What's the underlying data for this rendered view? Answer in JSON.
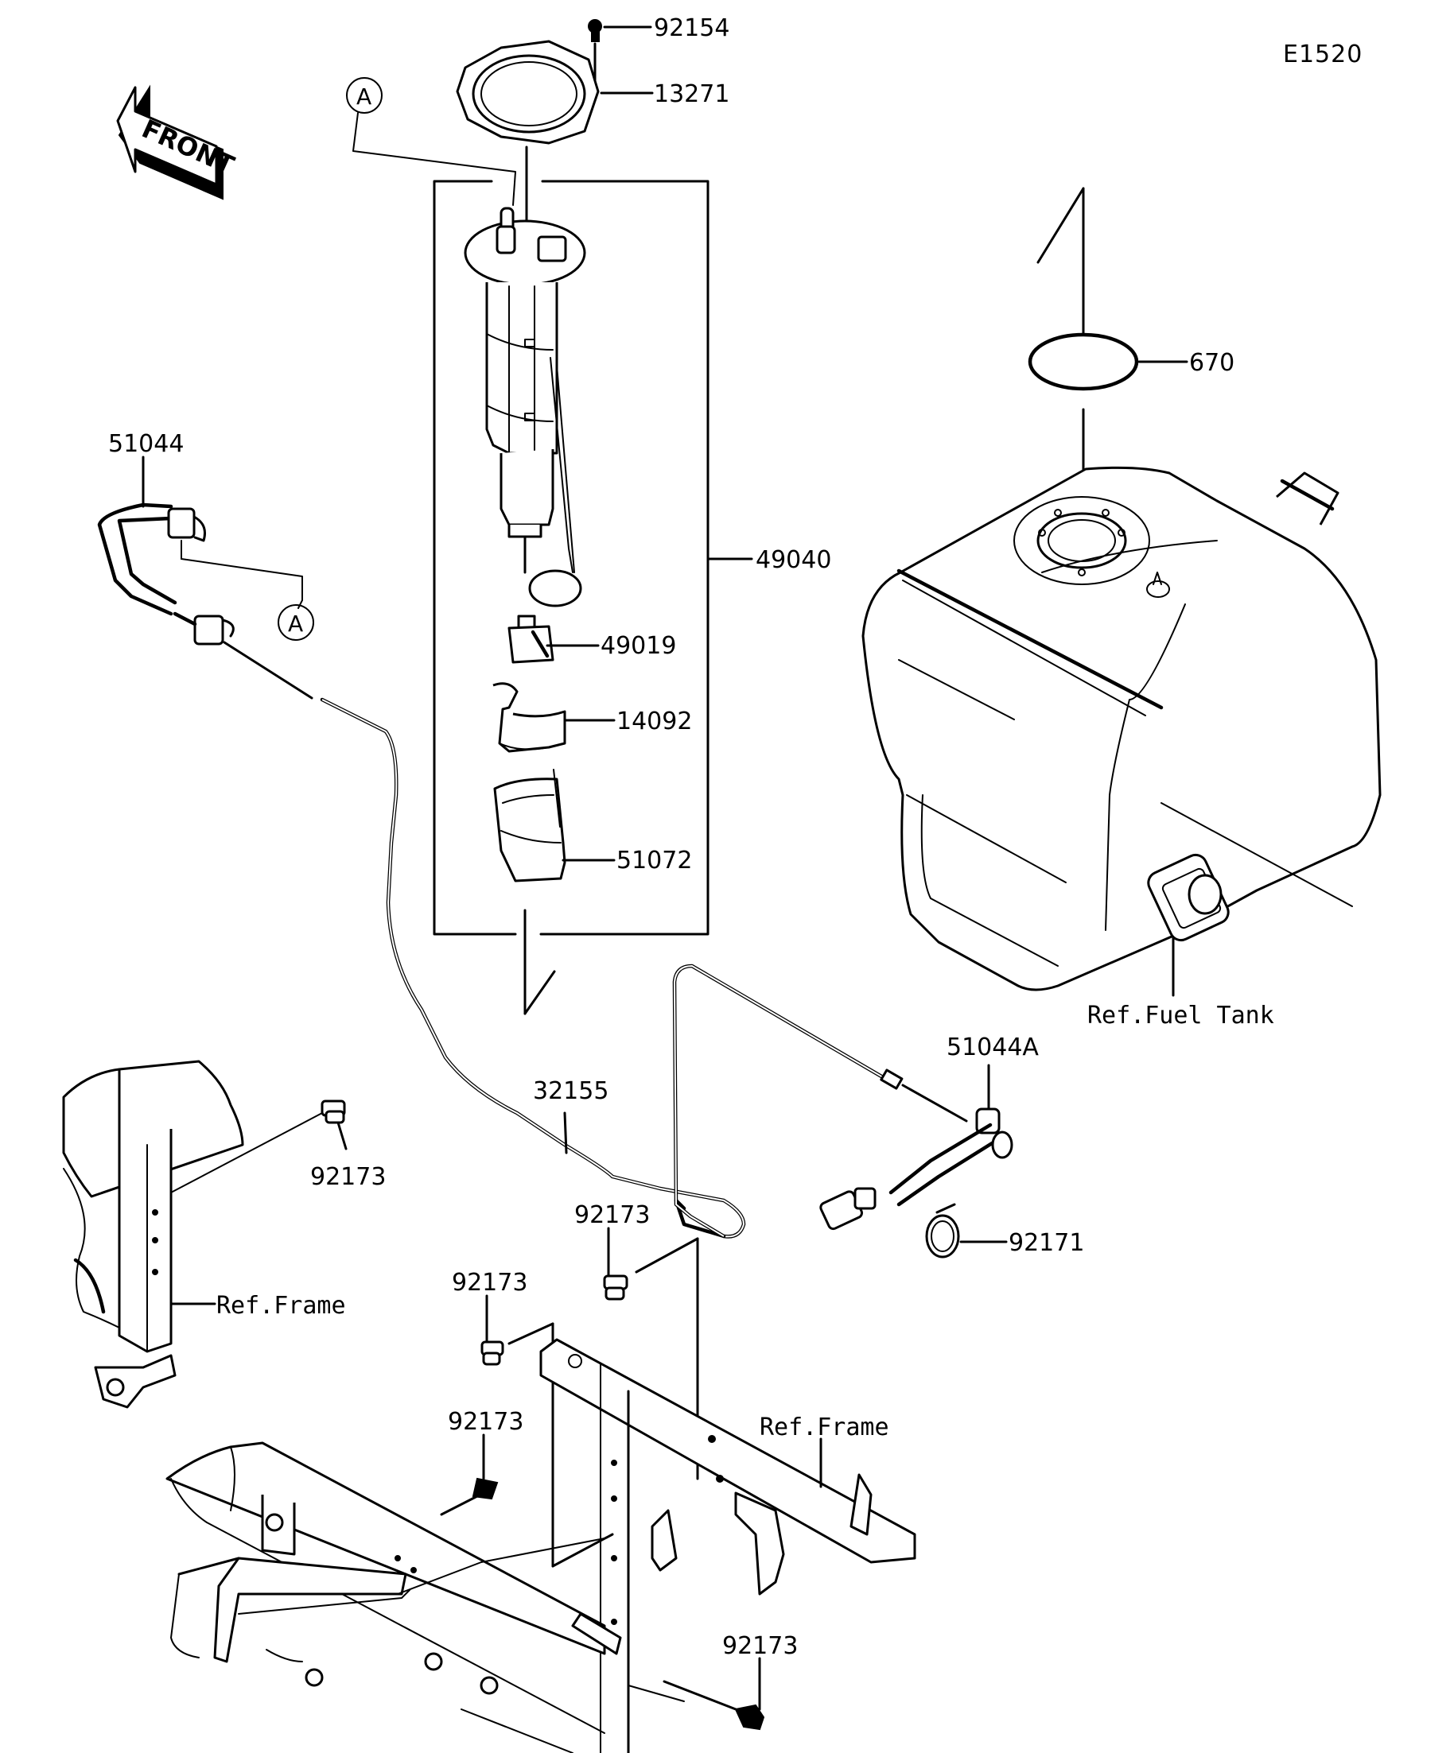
{
  "diagram": {
    "code": "E1520",
    "front_indicator": "FRONT",
    "reference_marker": "A",
    "parts": [
      {
        "id": "p-92154",
        "number": "92154"
      },
      {
        "id": "p-13271",
        "number": "13271"
      },
      {
        "id": "p-49040",
        "number": "49040"
      },
      {
        "id": "p-49019",
        "number": "49019"
      },
      {
        "id": "p-14092",
        "number": "14092"
      },
      {
        "id": "p-51072",
        "number": "51072"
      },
      {
        "id": "p-670",
        "number": "670"
      },
      {
        "id": "p-51044",
        "number": "51044"
      },
      {
        "id": "p-51044A",
        "number": "51044A"
      },
      {
        "id": "p-32155",
        "number": "32155"
      },
      {
        "id": "p-92171",
        "number": "92171"
      },
      {
        "id": "p-92173-a",
        "number": "92173"
      },
      {
        "id": "p-92173-b",
        "number": "92173"
      },
      {
        "id": "p-92173-c",
        "number": "92173"
      },
      {
        "id": "p-92173-d",
        "number": "92173"
      },
      {
        "id": "p-92173-e",
        "number": "92173"
      }
    ],
    "references": {
      "fuel_tank": "Ref.Fuel Tank",
      "frame_left": "Ref.Frame",
      "frame_bottom": "Ref.Frame"
    }
  }
}
